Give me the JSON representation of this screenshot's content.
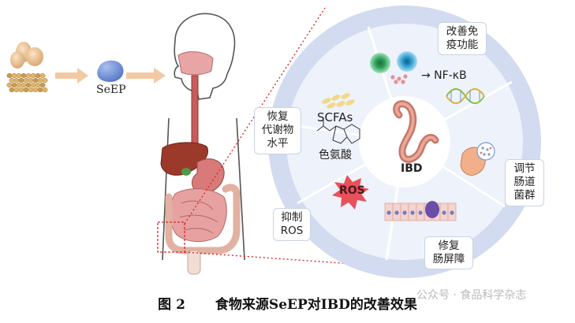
{
  "left": {
    "seep_label": "SeEP"
  },
  "ring": {
    "center_label": "IBD",
    "nfkb_label": "→ NF-κB",
    "scfa_label": "SCFAs",
    "trp_label": "色氨酸",
    "ros_label": "ROS"
  },
  "boxes": {
    "immune": "改善免\n疫功能",
    "metabolism": "恢复\n代谢物\n水平",
    "flora": "调节\n肠道\n菌群",
    "ros": "抑制\nROS",
    "barrier": "修复\n肠屏障"
  },
  "caption": {
    "number": "图 2",
    "title": "食物来源SeEP对IBD的改善效果"
  },
  "watermark": "公众号 · 食品科学杂志",
  "colors": {
    "ring_outer": "#d2dbef",
    "ring_inner": "#eef2fa",
    "arrow": "#f2c9a3",
    "seep_blob": "#6f8fd4",
    "dotted_line": "#d62b2b",
    "ros_star": "#e8505b"
  }
}
